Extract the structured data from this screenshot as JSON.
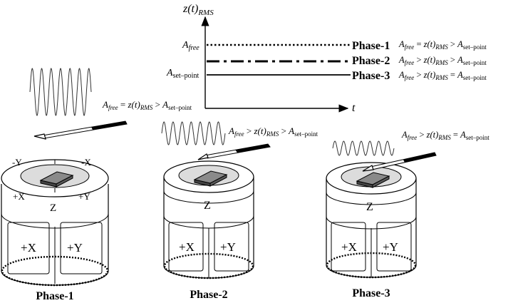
{
  "graph": {
    "y_label": "z(t)",
    "y_label_sub": "RMS",
    "x_label": "t",
    "level_labels": {
      "a_free": {
        "main": "A",
        "sub": "free"
      },
      "a_setpoint": {
        "main": "A",
        "sub": "set–point"
      }
    },
    "phases": [
      {
        "name": "Phase-1",
        "line_style": "dotted",
        "relation": {
          "a": "A",
          "a_sub": "free",
          "op1": " = ",
          "z": "z(t)",
          "z_sub": "RMS",
          "op2": " > ",
          "b": "A",
          "b_sub": "set–point"
        }
      },
      {
        "name": "Phase-2",
        "line_style": "dash-dot",
        "relation": {
          "a": "A",
          "a_sub": "free",
          "op1": " > ",
          "z": "z(t)",
          "z_sub": "RMS",
          "op2": " > ",
          "b": "A",
          "b_sub": "set–point"
        }
      },
      {
        "name": "Phase-3",
        "line_style": "solid",
        "relation": {
          "a": "A",
          "a_sub": "free",
          "op1": " > ",
          "z": "z(t)",
          "z_sub": "RMS",
          "op2": " = ",
          "b": "A",
          "b_sub": "set–point"
        }
      }
    ]
  },
  "scanner": {
    "ring_labels": {
      "minus_y": "-Y",
      "minus_x": "-X",
      "plus_x": "+X",
      "plus_y": "+Y"
    },
    "z_label": "Z",
    "tube_labels": {
      "left": "+X",
      "right": "+Y"
    }
  },
  "cantilever_relations": [
    {
      "a": "A",
      "a_sub": "free",
      "op1": " = ",
      "z": "z(t)",
      "z_sub": "RMS",
      "op2": " > ",
      "b": "A",
      "b_sub": "set–point"
    },
    {
      "a": "A",
      "a_sub": "free",
      "op1": " > ",
      "z": "z(t)",
      "z_sub": "RMS",
      "op2": " > ",
      "b": "A",
      "b_sub": "set–point"
    },
    {
      "a": "A",
      "a_sub": "free",
      "op1": " > ",
      "z": "z(t)",
      "z_sub": "RMS",
      "op2": " = ",
      "b": "A",
      "b_sub": "set–point"
    }
  ],
  "captions": [
    "Phase-1",
    "Phase-2",
    "Phase-3"
  ]
}
